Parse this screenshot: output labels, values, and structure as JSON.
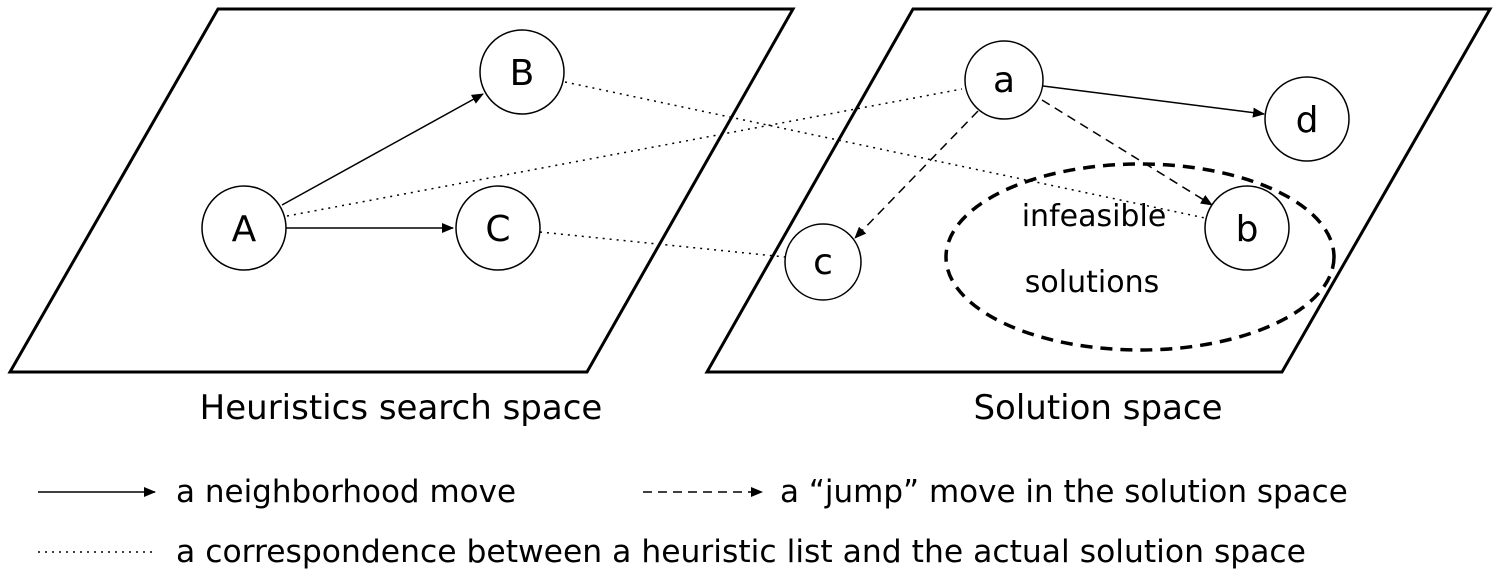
{
  "spaces": {
    "left_caption": "Heuristics search space",
    "right_caption": "Solution space"
  },
  "nodes": {
    "A": "A",
    "B": "B",
    "C": "C",
    "a": "a",
    "b": "b",
    "c": "c",
    "d": "d"
  },
  "infeasible_region": {
    "line1": "infeasible",
    "line2": "solutions"
  },
  "legend": {
    "neighborhood_move": "a neighborhood move",
    "jump_move": "a “jump” move in the solution space",
    "correspondence": "a correspondence between a heuristic list and the actual solution space"
  }
}
